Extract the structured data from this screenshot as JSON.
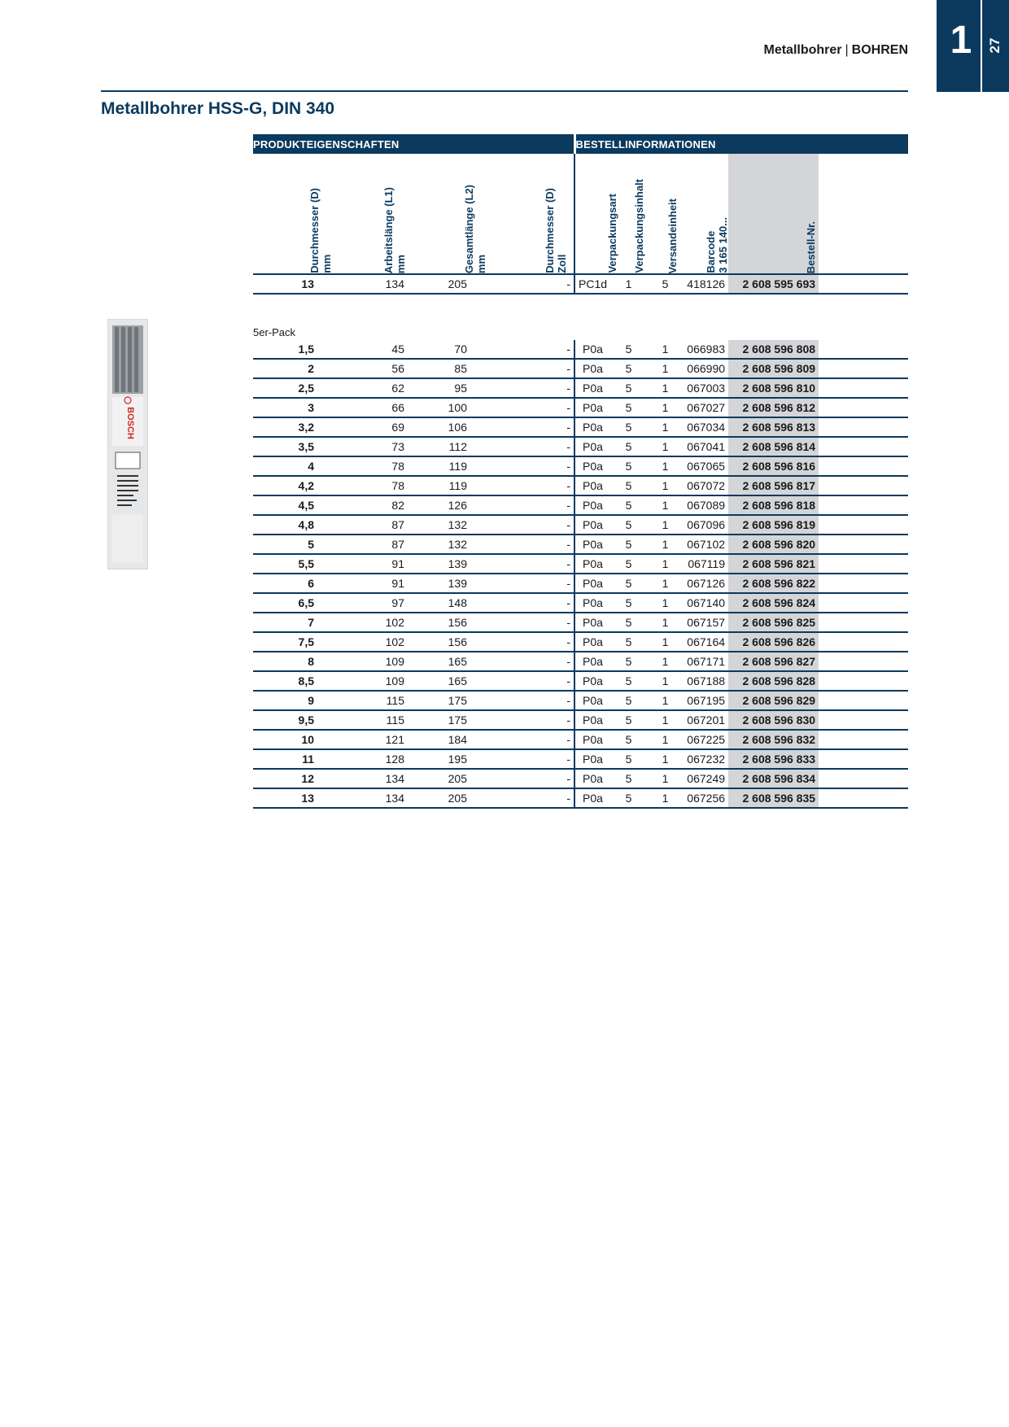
{
  "header": {
    "section_label": "Metallbohrer",
    "separator": "|",
    "category_label": "BOHREN",
    "chapter_number": "1",
    "page_number": "27"
  },
  "title": "Metallbohrer HSS-G, DIN 340",
  "table": {
    "group_headers": [
      "PRODUKTEIGENSCHAFTEN",
      "BESTELLINFORMATIONEN"
    ],
    "columns": [
      [
        "Durchmesser (D)",
        "mm"
      ],
      [
        "Arbeitslänge (L1)",
        "mm"
      ],
      [
        "Gesamtlänge (L2)",
        "mm"
      ],
      [
        "Durchmesser (D)",
        "Zoll"
      ],
      [
        "Verpackungsart"
      ],
      [
        "Verpackungsinhalt"
      ],
      [
        "Versandeinheit"
      ],
      [
        "Barcode",
        "3 165 140..."
      ],
      [
        "Bestell-Nr."
      ]
    ],
    "single_rows": [
      [
        "13",
        "134",
        "205",
        "-",
        "PC1d",
        "1",
        "5",
        "418126",
        "2 608 595 693"
      ]
    ],
    "pack_label": "5er-Pack",
    "pack_rows": [
      [
        "1,5",
        "45",
        "70",
        "-",
        "P0a",
        "5",
        "1",
        "066983",
        "2 608 596 808"
      ],
      [
        "2",
        "56",
        "85",
        "-",
        "P0a",
        "5",
        "1",
        "066990",
        "2 608 596 809"
      ],
      [
        "2,5",
        "62",
        "95",
        "-",
        "P0a",
        "5",
        "1",
        "067003",
        "2 608 596 810"
      ],
      [
        "3",
        "66",
        "100",
        "-",
        "P0a",
        "5",
        "1",
        "067027",
        "2 608 596 812"
      ],
      [
        "3,2",
        "69",
        "106",
        "-",
        "P0a",
        "5",
        "1",
        "067034",
        "2 608 596 813"
      ],
      [
        "3,5",
        "73",
        "112",
        "-",
        "P0a",
        "5",
        "1",
        "067041",
        "2 608 596 814"
      ],
      [
        "4",
        "78",
        "119",
        "-",
        "P0a",
        "5",
        "1",
        "067065",
        "2 608 596 816"
      ],
      [
        "4,2",
        "78",
        "119",
        "-",
        "P0a",
        "5",
        "1",
        "067072",
        "2 608 596 817"
      ],
      [
        "4,5",
        "82",
        "126",
        "-",
        "P0a",
        "5",
        "1",
        "067089",
        "2 608 596 818"
      ],
      [
        "4,8",
        "87",
        "132",
        "-",
        "P0a",
        "5",
        "1",
        "067096",
        "2 608 596 819"
      ],
      [
        "5",
        "87",
        "132",
        "-",
        "P0a",
        "5",
        "1",
        "067102",
        "2 608 596 820"
      ],
      [
        "5,5",
        "91",
        "139",
        "-",
        "P0a",
        "5",
        "1",
        "067119",
        "2 608 596 821"
      ],
      [
        "6",
        "91",
        "139",
        "-",
        "P0a",
        "5",
        "1",
        "067126",
        "2 608 596 822"
      ],
      [
        "6,5",
        "97",
        "148",
        "-",
        "P0a",
        "5",
        "1",
        "067140",
        "2 608 596 824"
      ],
      [
        "7",
        "102",
        "156",
        "-",
        "P0a",
        "5",
        "1",
        "067157",
        "2 608 596 825"
      ],
      [
        "7,5",
        "102",
        "156",
        "-",
        "P0a",
        "5",
        "1",
        "067164",
        "2 608 596 826"
      ],
      [
        "8",
        "109",
        "165",
        "-",
        "P0a",
        "5",
        "1",
        "067171",
        "2 608 596 827"
      ],
      [
        "8,5",
        "109",
        "165",
        "-",
        "P0a",
        "5",
        "1",
        "067188",
        "2 608 596 828"
      ],
      [
        "9",
        "115",
        "175",
        "-",
        "P0a",
        "5",
        "1",
        "067195",
        "2 608 596 829"
      ],
      [
        "9,5",
        "115",
        "175",
        "-",
        "P0a",
        "5",
        "1",
        "067201",
        "2 608 596 830"
      ],
      [
        "10",
        "121",
        "184",
        "-",
        "P0a",
        "5",
        "1",
        "067225",
        "2 608 596 832"
      ],
      [
        "11",
        "128",
        "195",
        "-",
        "P0a",
        "5",
        "1",
        "067232",
        "2 608 596 833"
      ],
      [
        "12",
        "134",
        "205",
        "-",
        "P0a",
        "5",
        "1",
        "067249",
        "2 608 596 834"
      ],
      [
        "13",
        "134",
        "205",
        "-",
        "P0a",
        "5",
        "1",
        "067256",
        "2 608 596 835"
      ]
    ]
  },
  "product_image": {
    "brand": "BOSCH",
    "colors": {
      "package": "#e8e8e8",
      "brand_red": "#d0281f"
    }
  },
  "colors": {
    "primary": "#0b3a5e",
    "shade": "#d3d5d8"
  }
}
